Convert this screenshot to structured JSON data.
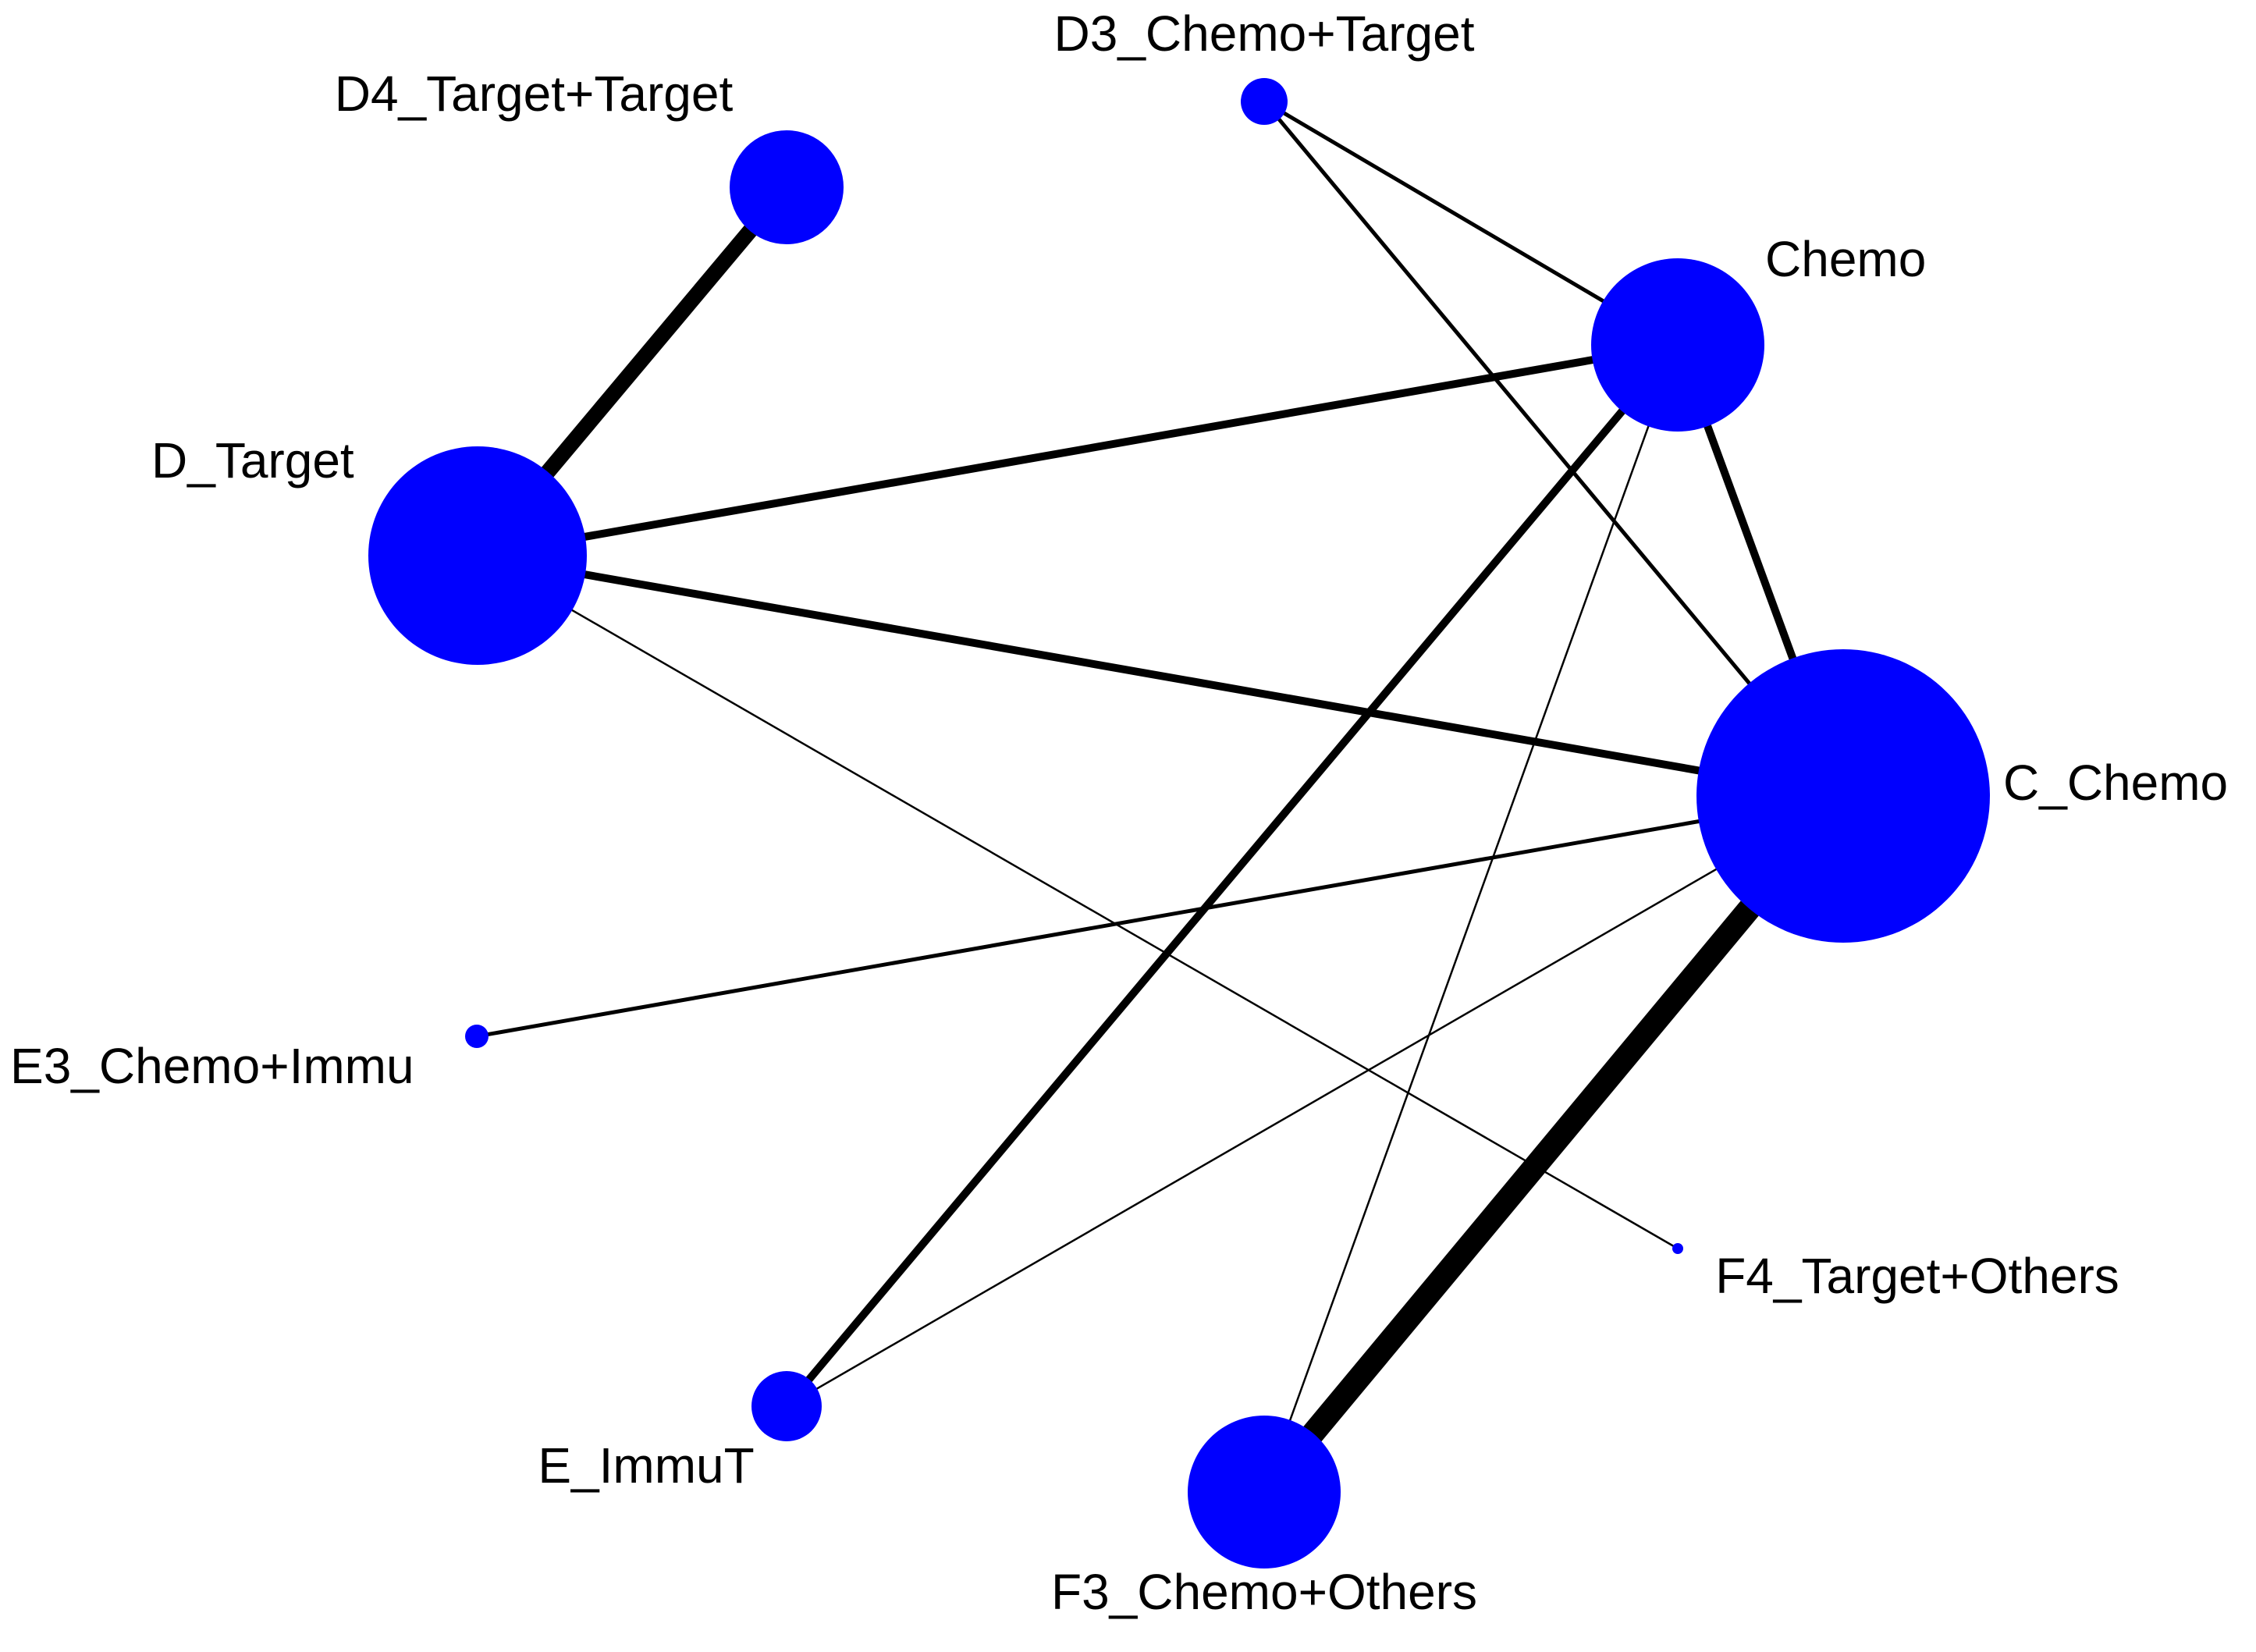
{
  "diagram": {
    "type": "network",
    "colors": {
      "node": "#0000ff",
      "edge": "#000000",
      "background": "#ffffff"
    },
    "nodes": [
      {
        "id": "D3_Chemo+Target",
        "label": "D3_Chemo+Target",
        "size": 1
      },
      {
        "id": "D4_Target+Target",
        "label": "D4_Target+Target",
        "size": 4
      },
      {
        "id": "Chemo",
        "label": "Chemo",
        "size": 7
      },
      {
        "id": "D_Target",
        "label": "D_Target",
        "size": 12
      },
      {
        "id": "C_Chemo",
        "label": "C_Chemo",
        "size": 20
      },
      {
        "id": "E3_Chemo+Immu",
        "label": "E3_Chemo+Immu",
        "size": 0.3
      },
      {
        "id": "F4_Target+Others",
        "label": "F4_Target+Others",
        "size": 0.1
      },
      {
        "id": "E_ImmuT",
        "label": "E_ImmuT",
        "size": 1.2
      },
      {
        "id": "F3_Chemo+Others",
        "label": "F3_Chemo+Others",
        "size": 6
      }
    ],
    "edges": [
      {
        "source": "D4_Target+Target",
        "target": "D_Target",
        "weight": 4
      },
      {
        "source": "D3_Chemo+Target",
        "target": "Chemo",
        "weight": 1
      },
      {
        "source": "D3_Chemo+Target",
        "target": "C_Chemo",
        "weight": 1
      },
      {
        "source": "D_Target",
        "target": "Chemo",
        "weight": 2
      },
      {
        "source": "D_Target",
        "target": "C_Chemo",
        "weight": 2
      },
      {
        "source": "D_Target",
        "target": "F4_Target+Others",
        "weight": 0.5
      },
      {
        "source": "Chemo",
        "target": "C_Chemo",
        "weight": 2
      },
      {
        "source": "Chemo",
        "target": "E_ImmuT",
        "weight": 2
      },
      {
        "source": "Chemo",
        "target": "F3_Chemo+Others",
        "weight": 0.5
      },
      {
        "source": "C_Chemo",
        "target": "E3_Chemo+Immu",
        "weight": 1
      },
      {
        "source": "C_Chemo",
        "target": "E_ImmuT",
        "weight": 0.5
      },
      {
        "source": "C_Chemo",
        "target": "F3_Chemo+Others",
        "weight": 6
      }
    ]
  }
}
